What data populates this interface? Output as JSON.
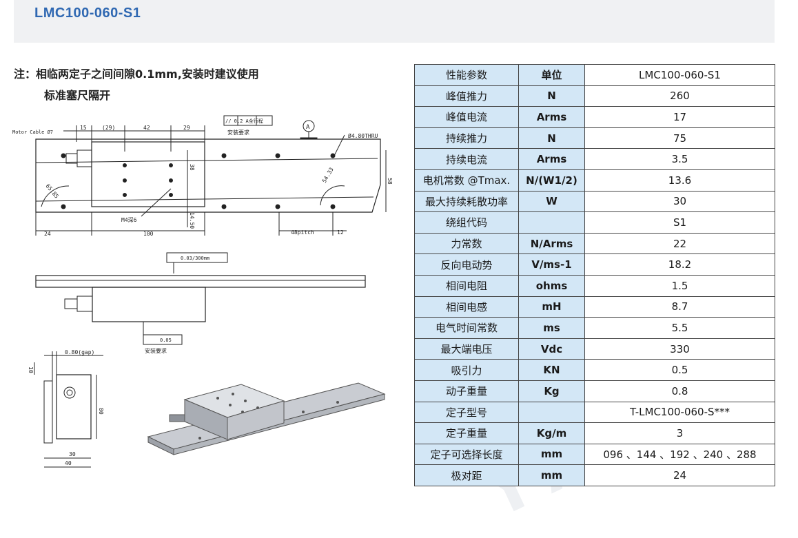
{
  "header": {
    "title": "LMC100-060-S1"
  },
  "note": {
    "line1": "注：相临两定子之间间隙0.1mm,安装时建议使用",
    "line2": "标准塞尺隔开"
  },
  "drawing": {
    "motor_cable": "Motor Cable Ø7",
    "dim_15": "15",
    "dim_29a": "(29)",
    "dim_42": "42",
    "dim_29b": "29",
    "parallel_tol": "// 0.2 A全行程",
    "parallel_note": "安装要求",
    "datum_a": "A",
    "thru_hole": "Ø4.80THRU",
    "dim_38": "38",
    "dim_58": "58",
    "dim_6585": "65.85",
    "dim_5433": "54.33",
    "m4": "M4深6",
    "dim_1450": "14.50",
    "dim_24": "24",
    "dim_100": "100",
    "pitch": "48pitch",
    "dim_12": "12",
    "flatness1": "0.03/300mm",
    "flatness2": "0.05",
    "install_note": "安装要求",
    "gap": "0.80(gap)",
    "dim_10": "10",
    "dim_80": "80",
    "dim_30": "30",
    "dim_40": "40"
  },
  "table": {
    "rows": [
      [
        "性能参数",
        "单位",
        "LMC100-060-S1"
      ],
      [
        "峰值推力",
        "N",
        "260"
      ],
      [
        "峰值电流",
        "Arms",
        "17"
      ],
      [
        "持续推力",
        "N",
        "75"
      ],
      [
        "持续电流",
        "Arms",
        "3.5"
      ],
      [
        "电机常数 @Tmax.",
        "N/(W1/2)",
        "13.6"
      ],
      [
        "最大持续耗散功率",
        "W",
        "30"
      ],
      [
        "绕组代码",
        "",
        "S1"
      ],
      [
        "力常数",
        "N/Arms",
        "22"
      ],
      [
        "反向电动势",
        "V/ms-1",
        "18.2"
      ],
      [
        "相间电阻",
        "ohms",
        "1.5"
      ],
      [
        "相间电感",
        "mH",
        "8.7"
      ],
      [
        "电气时间常数",
        "ms",
        "5.5"
      ],
      [
        "最大端电压",
        "Vdc",
        "330"
      ],
      [
        "吸引力",
        "KN",
        "0.5"
      ],
      [
        "动子重量",
        "Kg",
        "0.8"
      ],
      [
        "定子型号",
        "",
        "T-LMC100-060-S***"
      ],
      [
        "定子重量",
        "Kg/m",
        "3"
      ],
      [
        "定子可选择长度",
        "mm",
        "096 、144 、192 、240 、288"
      ],
      [
        "极对距",
        "mm",
        "24"
      ]
    ]
  }
}
